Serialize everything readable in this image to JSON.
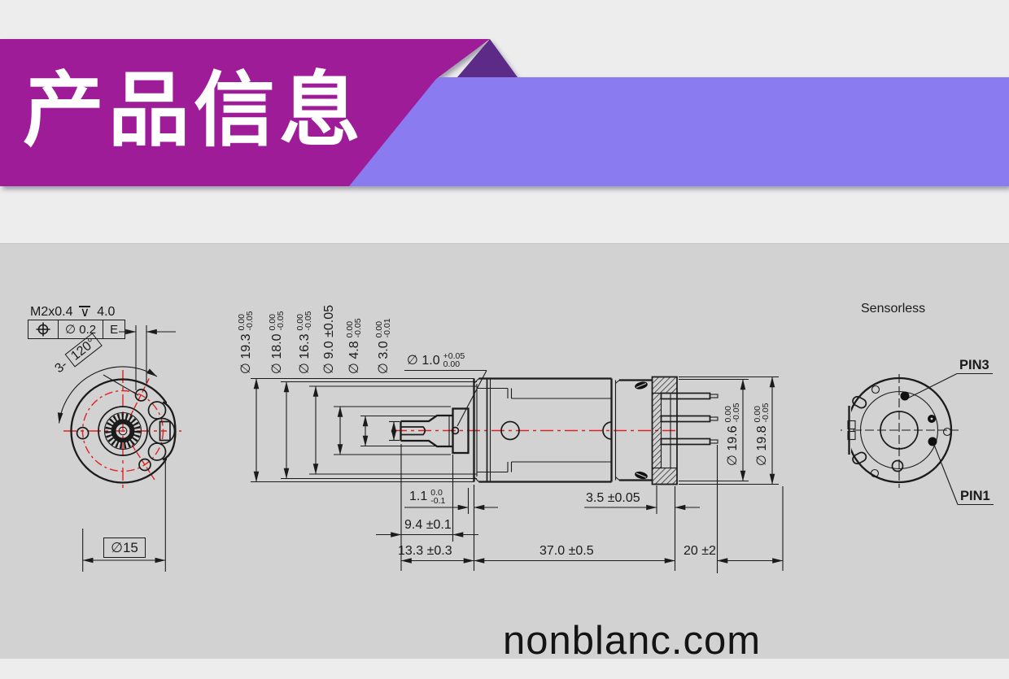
{
  "banner": {
    "title": "产品信息",
    "magenta": "#9e1c98",
    "fold": "#5c2b87",
    "ribbon": "#8a7bf0"
  },
  "left_view": {
    "thread_callout": {
      "prefix": "M2x0.4",
      "depth_symbol": "∨",
      "depth_value": "4.0"
    },
    "fcf": {
      "symbol_icon": "position-tolerance-icon",
      "tolerance": "∅  0.2",
      "datum": "E"
    },
    "hole_pattern": {
      "prefix": "3-",
      "angle": "120°"
    },
    "diameter_box": "∅15"
  },
  "side_view": {
    "dims_left": [
      {
        "text": "∅ 19.3",
        "tol_top": "0.00",
        "tol_bot": "-0.05"
      },
      {
        "text": "∅ 18.0",
        "tol_top": "0.00",
        "tol_bot": "-0.05"
      },
      {
        "text": "∅ 16.3",
        "tol_top": "0.00",
        "tol_bot": "-0.05"
      },
      {
        "text": "∅ 9.0 ±0.05"
      },
      {
        "text": "∅ 4.8",
        "tol_top": "0.00",
        "tol_bot": "-0.05"
      },
      {
        "text": "∅ 3.0",
        "tol_top": "0.00",
        "tol_bot": "-0.01"
      }
    ],
    "shaft_hole": {
      "text": "∅ 1.0",
      "tol_top": "+0.05",
      "tol_bot": "0.00"
    },
    "dims_right": [
      {
        "text": "∅ 19.6",
        "tol_top": "0.00",
        "tol_bot": "-0.05"
      },
      {
        "text": "∅ 19.8",
        "tol_top": "0.00",
        "tol_bot": "-0.05"
      }
    ],
    "dims_bottom": {
      "len_1_1": {
        "text": "1.1",
        "tol_top": "0.0",
        "tol_bot": "-0.1"
      },
      "len_9_4": "9.4 ±0.1",
      "len_3_5": "3.5 ±0.05",
      "len_13_3": "13.3 ±0.3",
      "len_37_0": "37.0 ±0.5",
      "len_20": "20 ±2"
    }
  },
  "right_view": {
    "title": "Sensorless",
    "pin_top": "PIN3",
    "pin_bottom": "PIN1"
  },
  "watermark": {
    "text": "nonblanc.com"
  },
  "colors": {
    "line": "#1b1b1b",
    "centerline_red": "#e02222",
    "drawing_bg": "#d2d2d3"
  }
}
